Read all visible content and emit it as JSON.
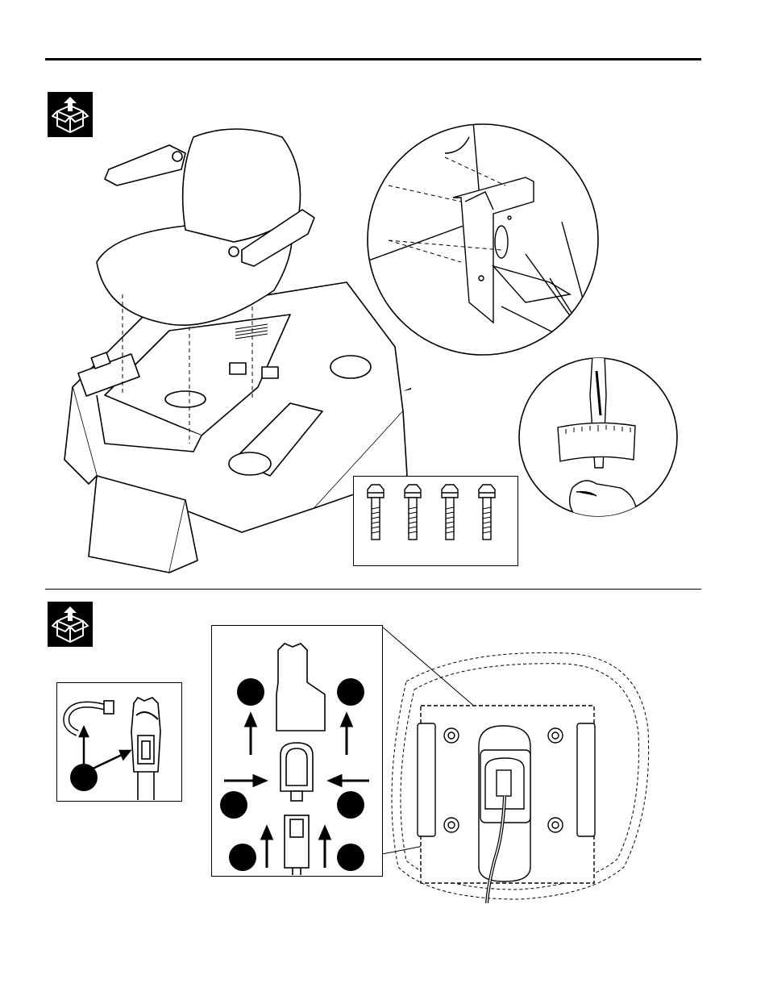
{
  "page": {
    "background": "#ffffff",
    "ink": "#000000"
  },
  "icons": {
    "step1_badge": "unpack-box-icon",
    "step2_badge": "unpack-box-icon"
  },
  "step1": {
    "illustration": "seat-installation",
    "hardware_count": 4
  },
  "step2": {
    "illustration": "seat-switch-connector",
    "callout_markers": 7
  }
}
